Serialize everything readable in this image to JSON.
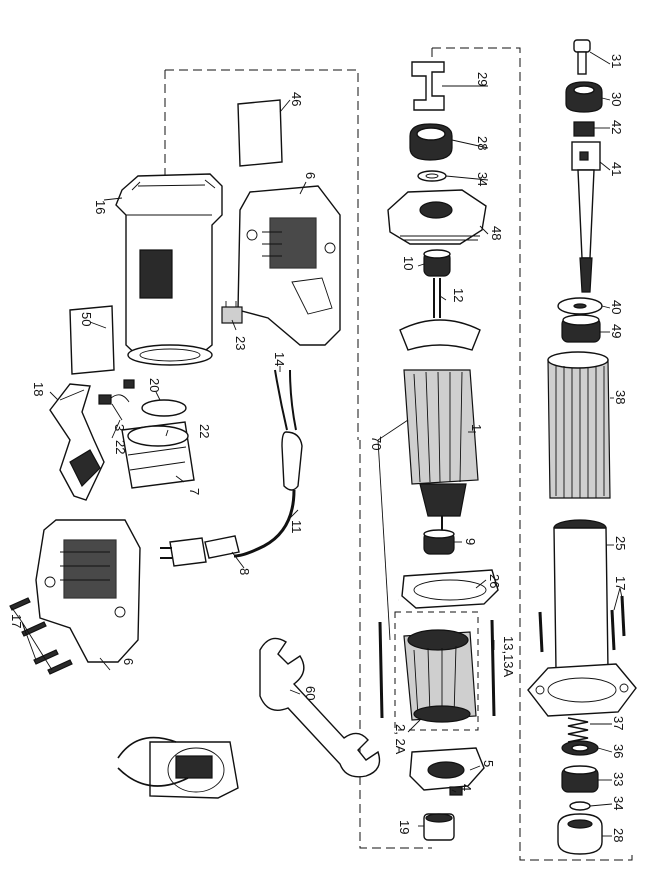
{
  "diagram": {
    "type": "exploded-parts-view",
    "callouts": {
      "p1": "1",
      "p2": "2, 2A",
      "p3": "3",
      "p4": "4",
      "p5": "5",
      "p6a": "6",
      "p6b": "6",
      "p7": "7",
      "p8": "8",
      "p9": "9",
      "p10": "10",
      "p11": "11",
      "p12": "12",
      "p13": "13,13A",
      "p14": "14",
      "p16": "16",
      "p17a": "17",
      "p17b": "17",
      "p18": "18",
      "p19": "19",
      "p20": "20",
      "p22a": "22",
      "p22b": "22",
      "p23": "23",
      "p25": "25",
      "p26": "26",
      "p28a": "28",
      "p28b": "28",
      "p29": "29",
      "p30": "30",
      "p31": "31",
      "p33": "33",
      "p34a": "34",
      "p34b": "34",
      "p36": "36",
      "p37": "37",
      "p38": "38",
      "p40": "40",
      "p41": "41",
      "p42": "42",
      "p46": "46",
      "p48": "48",
      "p49": "49",
      "p50": "50",
      "p60": "60",
      "p70": "70"
    }
  }
}
